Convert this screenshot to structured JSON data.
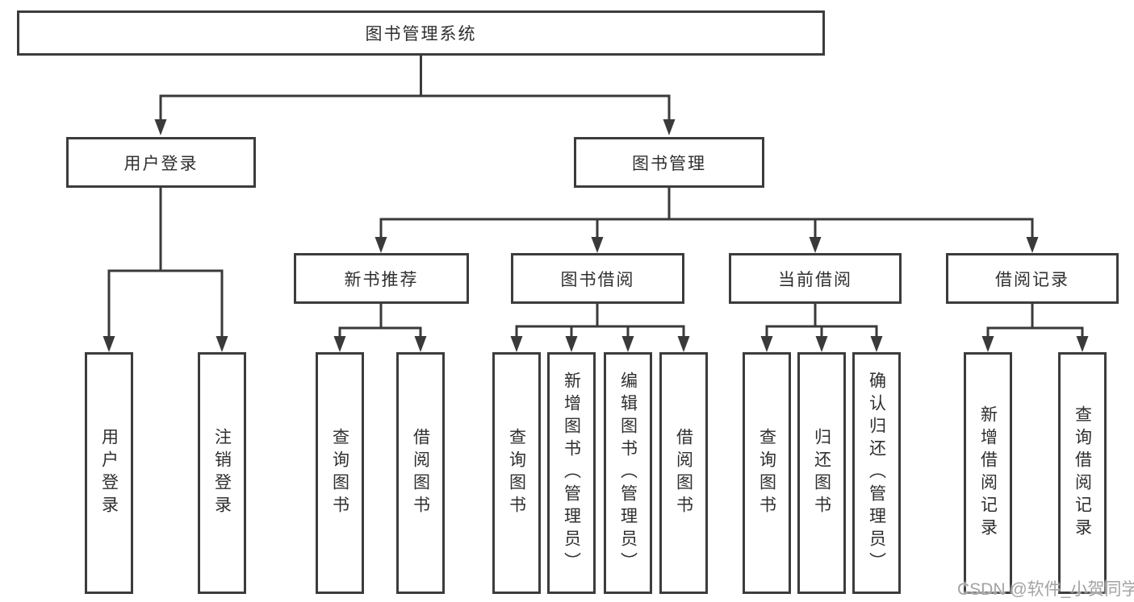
{
  "tree": {
    "label": "图书管理系统",
    "children": [
      {
        "label": "用户登录",
        "children": [
          {
            "label": "用户登录"
          },
          {
            "label": "注销登录"
          }
        ]
      },
      {
        "label": "图书管理",
        "children": [
          {
            "label": "新书推荐",
            "children": [
              {
                "label": "查询图书"
              },
              {
                "label": "借阅图书"
              }
            ]
          },
          {
            "label": "图书借阅",
            "children": [
              {
                "label": "查询图书"
              },
              {
                "label": "新增图书（管理员）"
              },
              {
                "label": "编辑图书（管理员）"
              },
              {
                "label": "借阅图书"
              }
            ]
          },
          {
            "label": "当前借阅",
            "children": [
              {
                "label": "查询图书"
              },
              {
                "label": "归还图书"
              },
              {
                "label": "确认归还（管理员）"
              }
            ]
          },
          {
            "label": "借阅记录",
            "children": [
              {
                "label": "新增借阅记录"
              },
              {
                "label": "查询借阅记录"
              }
            ]
          }
        ]
      }
    ]
  },
  "watermark": {
    "text": "CSDN @软件_小贺同学"
  },
  "colors": {
    "line": "#3a3a3a",
    "border": "#3c3c3c",
    "text": "#2f2f2f",
    "background": "#ffffff",
    "watermark": "#a3a3a3"
  }
}
